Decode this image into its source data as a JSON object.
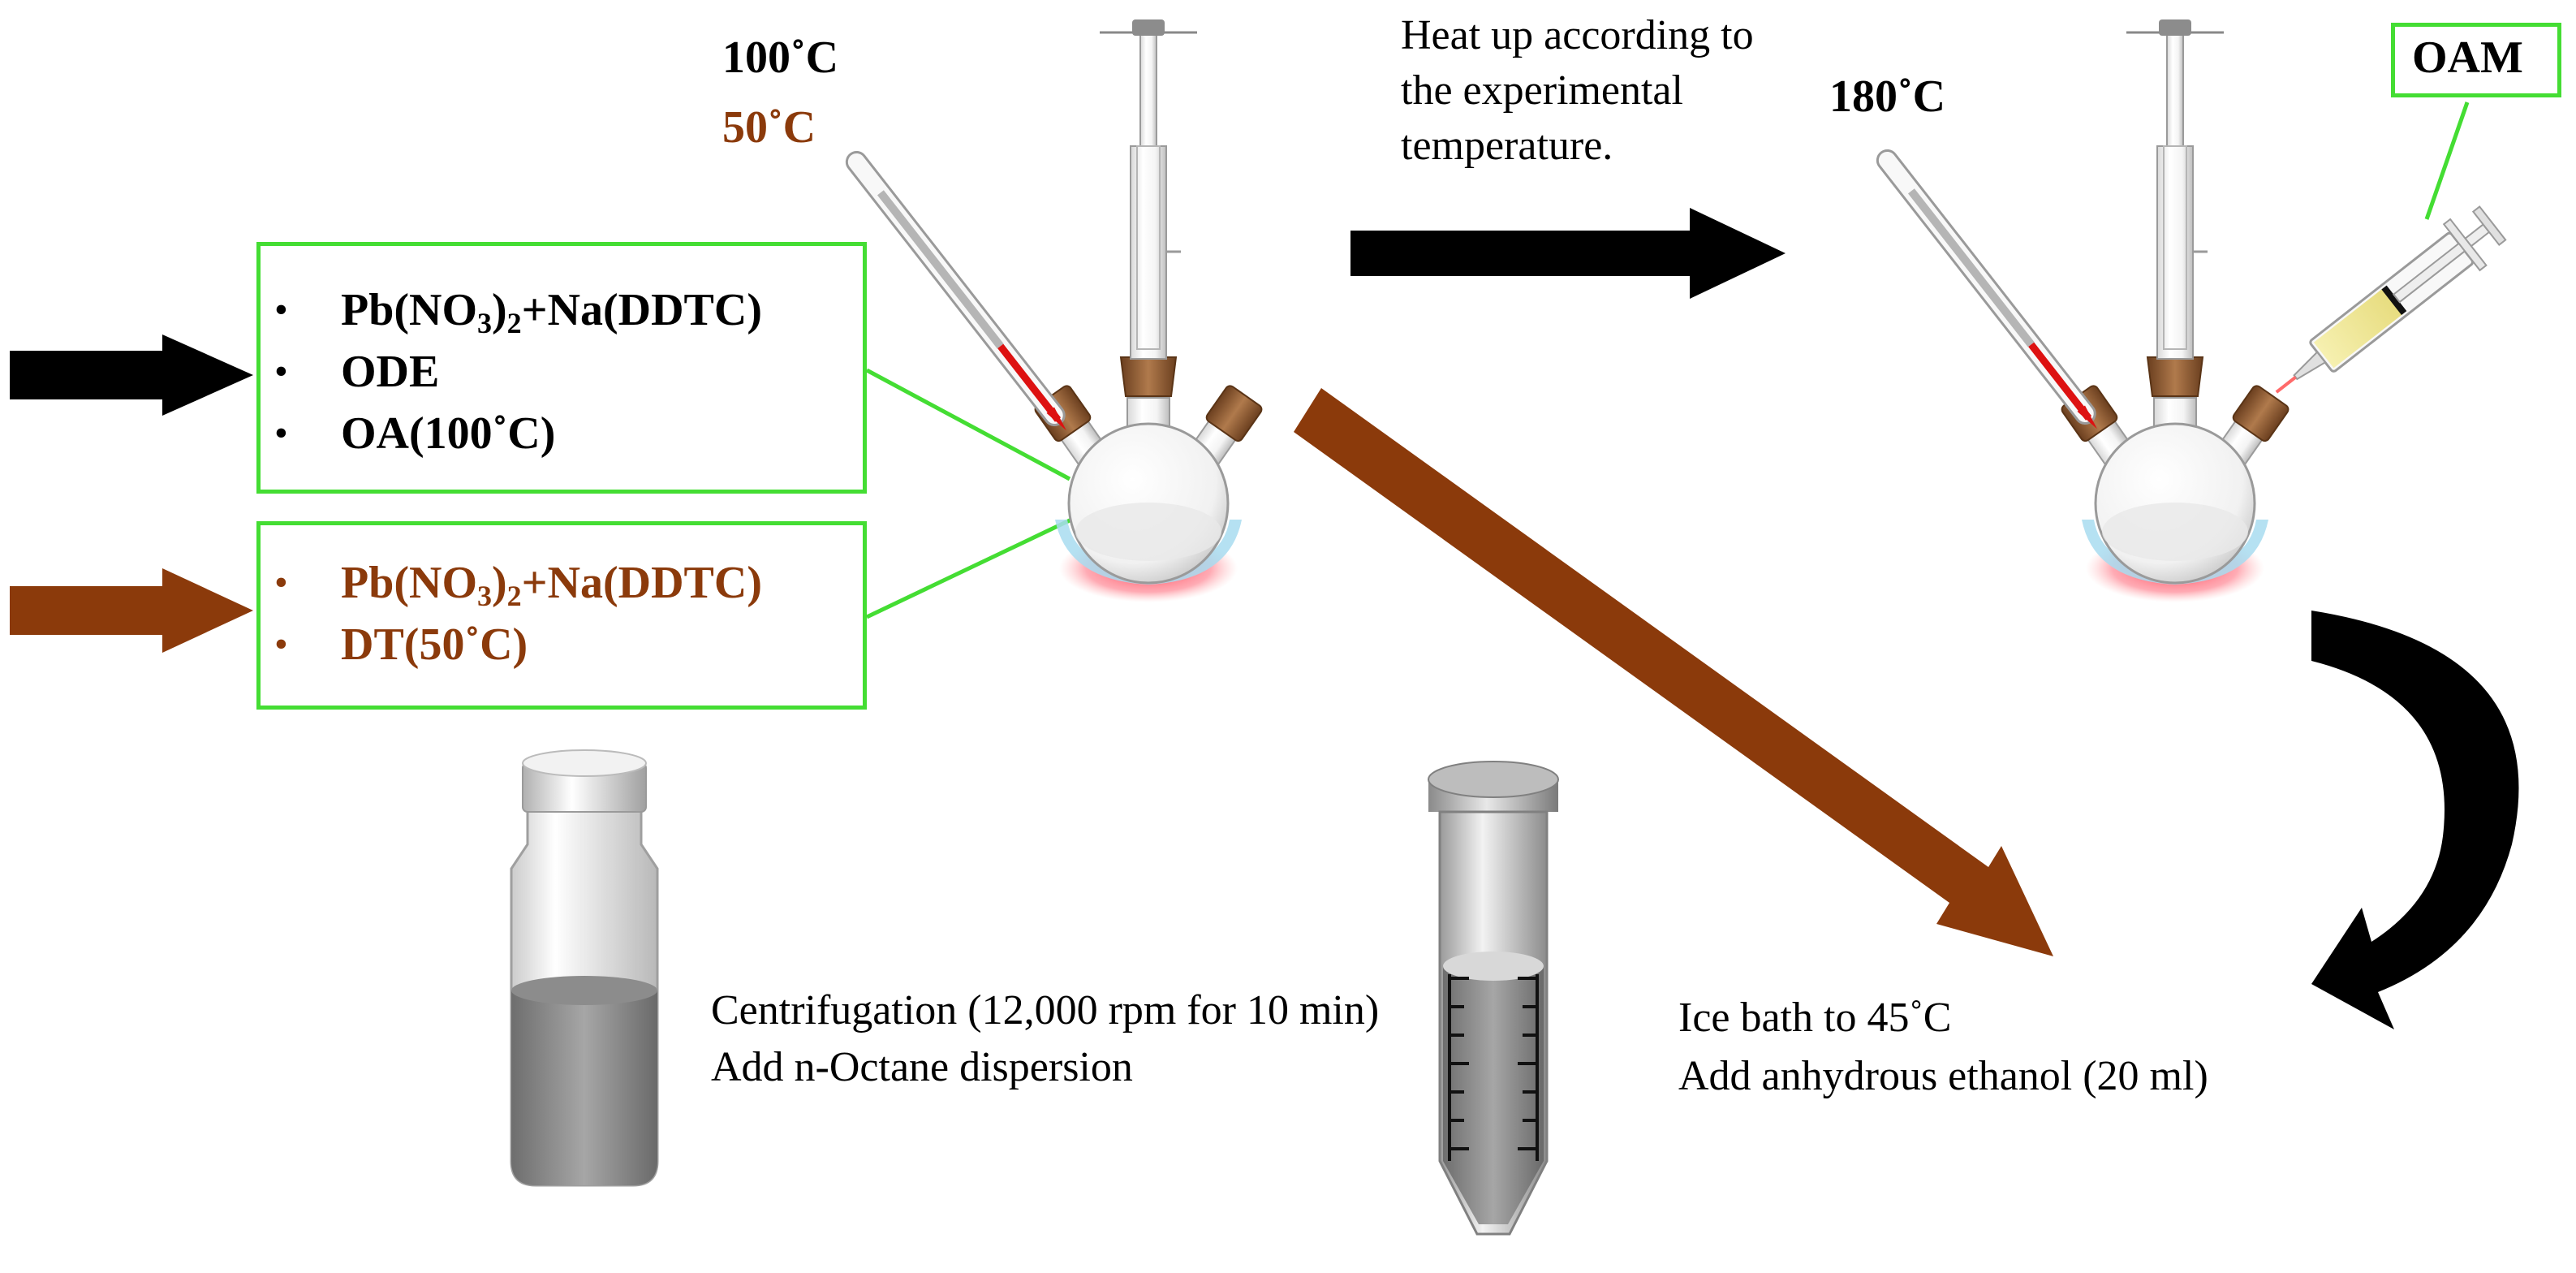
{
  "colors": {
    "black": "#000000",
    "brown": "#8b3a0b",
    "box_border": "#44dd33",
    "thermometer_red": "#dd1111",
    "stopper": "#8a5a35",
    "heat_glow": "#ff4d5e",
    "bath_blue": "#a8dcf0"
  },
  "top_left": {
    "temp_100": "100˚C",
    "temp_50": "50˚C"
  },
  "box_black": {
    "bullet": "•",
    "item1_pb": "Pb(NO",
    "item1_sub3": "3",
    "item1_close": ")",
    "item1_sub2": "2",
    "item1_rest": "+Na(DDTC)",
    "item2": "ODE",
    "item3": "OA(100˚C)"
  },
  "box_brown": {
    "bullet": "•",
    "item1_pb": "Pb(NO",
    "item1_sub3": "3",
    "item1_close": ")",
    "item1_sub2": "2",
    "item1_rest": "+Na(DDTC)",
    "item2": "DT(50˚C)"
  },
  "heat_step": {
    "line1": "Heat up according to",
    "line2": "the experimental",
    "line3": "temperature."
  },
  "right_flask": {
    "temp_180": "180˚C",
    "oam_label": "OAM"
  },
  "ice_bath_step": {
    "line1": "Ice bath to 45˚C",
    "line2": "Add anhydrous ethanol (20 ml)"
  },
  "centrifuge_step": {
    "line1": "Centrifugation (12,000 rpm for 10 min)",
    "line2": "Add n-Octane dispersion"
  },
  "icons": [
    "three-neck-flask-icon",
    "thermometer-icon",
    "condenser-icon",
    "syringe-icon",
    "vial-icon",
    "centrifuge-tube-icon"
  ]
}
